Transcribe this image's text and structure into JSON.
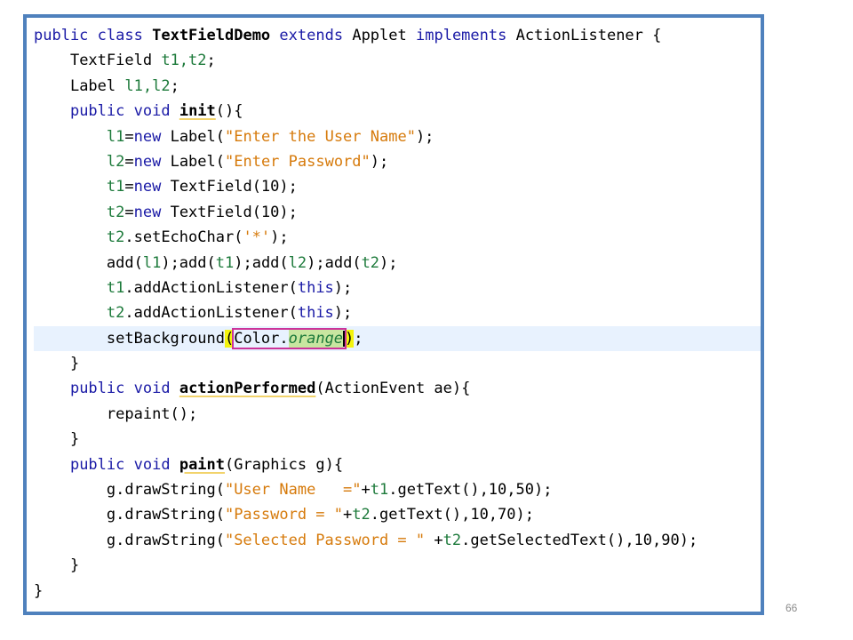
{
  "code": {
    "l1": {
      "kw_public": "public",
      "kw_class": "class",
      "class_name": "TextFieldDemo",
      "kw_extends": "extends",
      "superclass": "Applet",
      "kw_implements": "implements",
      "iface": "ActionListener",
      "brace": " {"
    },
    "l2": {
      "type": "TextField",
      "vars": "t1,t2",
      "end": ";"
    },
    "l3": {
      "type": "Label",
      "vars": "l1,l2",
      "end": ";"
    },
    "l4": {
      "kw_public": "public",
      "kw_void": "void",
      "name": "init",
      "rest": "(){"
    },
    "l5": {
      "var": "l1",
      "eq": "=",
      "kw_new": "new",
      "call": " Label(",
      "str": "\"Enter the User Name\"",
      "end": ");"
    },
    "l6": {
      "var": "l2",
      "eq": "=",
      "kw_new": "new",
      "call": " Label(",
      "str": "\"Enter Password\"",
      "end": ");"
    },
    "l7": {
      "var": "t1",
      "eq": "=",
      "kw_new": "new",
      "call": " TextField(10);"
    },
    "l8": {
      "var": "t2",
      "eq": "=",
      "kw_new": "new",
      "call": " TextField(10);"
    },
    "l9": {
      "var": "t2",
      "call": ".setEchoChar(",
      "str": "'*'",
      "end": ");"
    },
    "l10": {
      "p1": "add(",
      "a1": "l1",
      "p2": ");add(",
      "a2": "t1",
      "p3": ");add(",
      "a3": "l2",
      "p4": ");add(",
      "a4": "t2",
      "p5": ");"
    },
    "l11": {
      "var": "t1",
      "call": ".addActionListener(",
      "kw_this": "this",
      "end": ");"
    },
    "l12": {
      "var": "t2",
      "call": ".addActionListener(",
      "kw_this": "this",
      "end": ");"
    },
    "l13": {
      "call": "setBackground",
      "open": "(",
      "cls": "Color.",
      "field": "orange",
      "close": ")",
      "end": ";"
    },
    "l14": {
      "text": "}"
    },
    "l15": {
      "kw_public": "public",
      "kw_void": "void",
      "name": "actionPerformed",
      "rest": "(ActionEvent ae){"
    },
    "l16": {
      "text": "repaint();"
    },
    "l17": {
      "text": "}"
    },
    "l18": {
      "kw_public": "public",
      "kw_void": "void",
      "name": "paint",
      "rest": "(Graphics g){"
    },
    "l19": {
      "call": "g.drawString(",
      "str": "\"User Name   =\"",
      "plus": "+",
      "var": "t1",
      "end": ".getText(),10,50);"
    },
    "l20": {
      "call": "g.drawString(",
      "str": "\"Password = \"",
      "plus": "+",
      "var": "t2",
      "end": ".getText(),10,70);"
    },
    "l21": {
      "call": "g.drawString(",
      "str": "\"Selected Password = \"",
      "plus": " +",
      "var": "t2",
      "end": ".getSelectedText(),10,90);"
    },
    "l22": {
      "text": "}"
    },
    "l23": {
      "text": "}"
    }
  },
  "slide_number": "66",
  "colors": {
    "frame_border": "#4f81bd",
    "keyword": "#1a1aa6",
    "string": "#d67a0b",
    "field": "#1d7a3b",
    "current_line": "#e8f2fe",
    "bracket_highlight": "#f4f40c",
    "selection_outline": "#cc3399"
  }
}
